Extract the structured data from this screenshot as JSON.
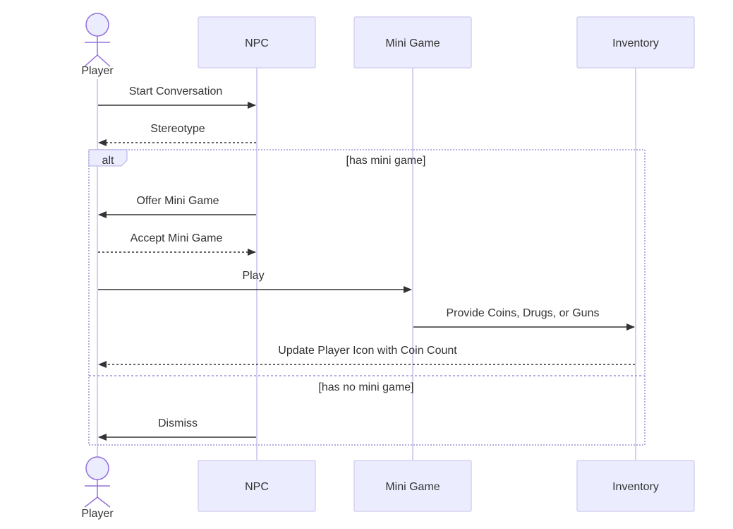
{
  "colors": {
    "actor_fill": "#ececff",
    "actor_stroke": "#9370db",
    "lifeline": "#d6d0f0",
    "text": "#333333",
    "line": "#333333",
    "alt_border": "#b5aee3"
  },
  "participants": [
    {
      "id": "player",
      "label": "Player",
      "kind": "stick-figure"
    },
    {
      "id": "npc",
      "label": "NPC",
      "kind": "box"
    },
    {
      "id": "minigame",
      "label": "Mini Game",
      "kind": "box"
    },
    {
      "id": "inventory",
      "label": "Inventory",
      "kind": "box"
    }
  ],
  "messages": [
    {
      "from": "player",
      "to": "npc",
      "label": "Start Conversation",
      "style": "solid"
    },
    {
      "from": "npc",
      "to": "player",
      "label": "Stereotype",
      "style": "dashed"
    },
    {
      "from": "npc",
      "to": "player",
      "label": "Offer Mini Game",
      "style": "solid"
    },
    {
      "from": "player",
      "to": "npc",
      "label": "Accept Mini Game",
      "style": "dashed"
    },
    {
      "from": "player",
      "to": "minigame",
      "label": "Play",
      "style": "solid"
    },
    {
      "from": "minigame",
      "to": "inventory",
      "label": "Provide Coins, Drugs, or Guns",
      "style": "solid"
    },
    {
      "from": "inventory",
      "to": "player",
      "label": "Update Player Icon with Coin Count",
      "style": "dashed"
    },
    {
      "from": "npc",
      "to": "player",
      "label": "Dismiss",
      "style": "solid"
    }
  ],
  "alt_block": {
    "keyword": "alt",
    "sections": [
      {
        "condition": "[has mini game]"
      },
      {
        "condition": "[has no mini game]"
      }
    ]
  }
}
